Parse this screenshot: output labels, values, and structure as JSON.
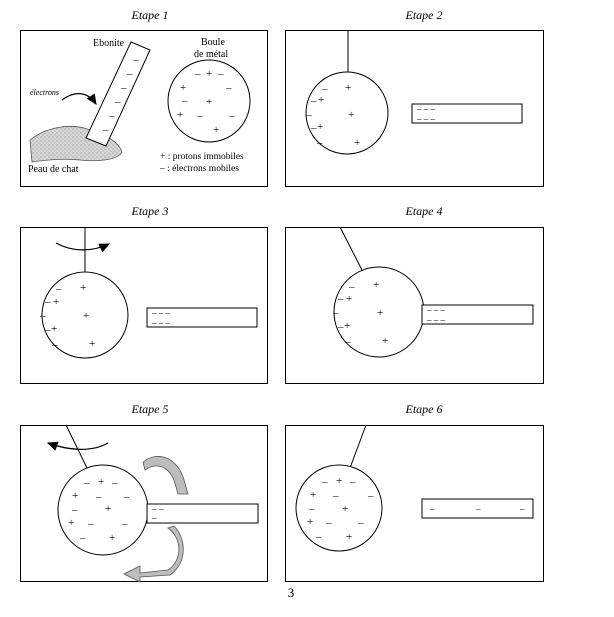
{
  "steps": [
    {
      "title": "Etape 1"
    },
    {
      "title": "Etape 2"
    },
    {
      "title": "Etape 3"
    },
    {
      "title": "Etape 4"
    },
    {
      "title": "Etape 5"
    },
    {
      "title": "Etape 6"
    }
  ],
  "step1": {
    "ebonite_label": "Ebonite",
    "sphere_label_line1": "Boule",
    "sphere_label_line2": "de métal",
    "electrons_label": "électrons",
    "fur_label": "Peau de chat",
    "legend_protons": "+ : protons immobiles",
    "legend_electrons": "– : électrons mobiles"
  },
  "signs": {
    "plus": "+",
    "minus": "–",
    "rod_charges": "– – –"
  },
  "page_number": "3"
}
